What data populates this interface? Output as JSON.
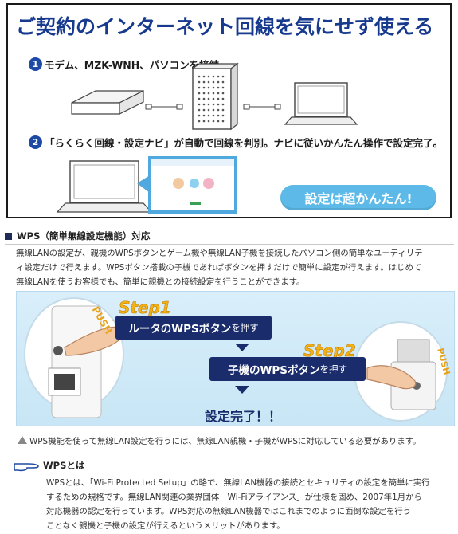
{
  "banner": {
    "title": "ご契約のインターネット回線を気にせず使える",
    "step1_number": "1",
    "step1_text": "モデム、MZK-WNH、パソコンを接続",
    "step2_number": "2",
    "step2_text": "「らくらく回線・設定ナビ」が自動で回線を判別。ナビに従いかんたん操作で設定完了。",
    "easy_label": "設定は超かんたん!"
  },
  "wps_section": {
    "heading": "WPS（簡単無線設定機能）対応",
    "body_lines": [
      "無線LANの設定が、親機のWPSボタンとゲーム機や無線LAN子機を接続したパソコン側の簡単なユーティリテ",
      "ィ設定だけで行えます。WPSボタン搭載の子機であればボタンを押すだけで簡単に設定が行えます。はじめて",
      "無線LANを使うお客様でも、簡単に親機との接続設定を行うことができます。"
    ]
  },
  "diagram": {
    "step1_label": "Step1",
    "step1_bar_bold": "ルータのWPSボタン",
    "step1_bar_rest": "を押す",
    "step2_label": "Step2",
    "step2_bar_bold": "子機のWPSボタン",
    "step2_bar_rest": "を押す",
    "done_label": "設定完了！！",
    "push_label": "PUSH"
  },
  "note": {
    "text": "WPS機能を使って無線LAN設定を行うには、無線LAN親機・子機がWPSに対応している必要があります。"
  },
  "what_is_wps": {
    "heading": "WPSとは",
    "lines": [
      "WPSとは、「Wi-Fi Protected Setup」の略で、無線LAN機器の接続とセキュリティの設定を簡単に実行",
      "するための規格です。無線LAN関連の業界団体「Wi-Fiアライアンス」が仕様を固め、2007年1月から",
      "対応機器の認定を行っています。WPS対応の無線LAN機器ではこれまでのように面倒な設定を行う",
      "ことなく親機と子機の設定が行えるというメリットがあります。"
    ]
  },
  "colors": {
    "title_blue": "#173a8f",
    "badge_blue": "#1e4aa6",
    "pill_blue": "#5cb9e8",
    "bar_navy": "#1a2c6b",
    "step_yellow": "#f3b216"
  },
  "icons": [
    "modem-icon",
    "router-icon",
    "laptop-icon",
    "warning-icon",
    "pointing-hand-icon",
    "finger-press-icon"
  ]
}
